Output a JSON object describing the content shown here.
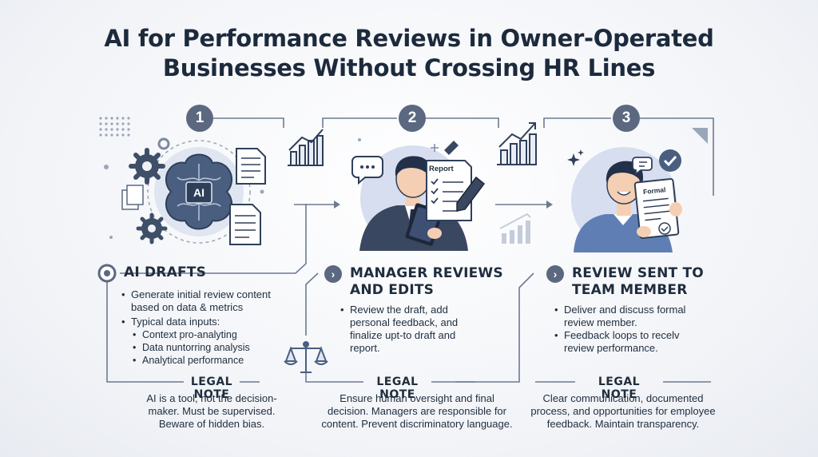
{
  "title": {
    "line1": "AI for Performance Reviews in Owner-Operated",
    "line2": "Businesses Without Crossing HR Lines"
  },
  "steps": [
    {
      "number": "1",
      "heading": [
        "AI DRAFTS"
      ],
      "bullets": [
        "Generate initial review content",
        "based on data & metrics",
        "Typical data inputs:"
      ],
      "sub_bullets": [
        "Context pro-analyting",
        "Data nuntorring analysis",
        "Analytical performance"
      ],
      "icon_label": "AI",
      "legal_title": "LEGAL NOTE",
      "legal_lines": [
        "AI is a tool, not the decision-",
        "maker. Must be supervised.",
        "Beware of hidden bias."
      ]
    },
    {
      "number": "2",
      "heading": [
        "MANAGER REVIEWS",
        "AND EDITS"
      ],
      "bullets": [
        "Review the draft, add",
        "personal feedback, and",
        "finalize upt-to draft and",
        "report."
      ],
      "icon_label": "Report",
      "legal_title": "LEGAL NOTE",
      "legal_lines": [
        "Ensure human oversight and final",
        "decision. Managers are responsible for",
        "content. Prevent discriminatory language."
      ]
    },
    {
      "number": "3",
      "heading": [
        "REVIEW SENT TO",
        "TEAM MEMBER"
      ],
      "bullets": [
        "Deliver and discuss formal",
        "review member.",
        "Feedback loops to recelv",
        "review performance."
      ],
      "icon_label": "Formal",
      "legal_title": "LEGAL NOTE",
      "legal_lines": [
        "Clear communication, documented",
        "process, and opportunities for employee",
        "feedback. Maintain transparency."
      ]
    }
  ],
  "colors": {
    "primary": "#5b6880",
    "light": "#dfe6f2",
    "dark": "#1f2d3d",
    "accent": "#4a5f80"
  }
}
